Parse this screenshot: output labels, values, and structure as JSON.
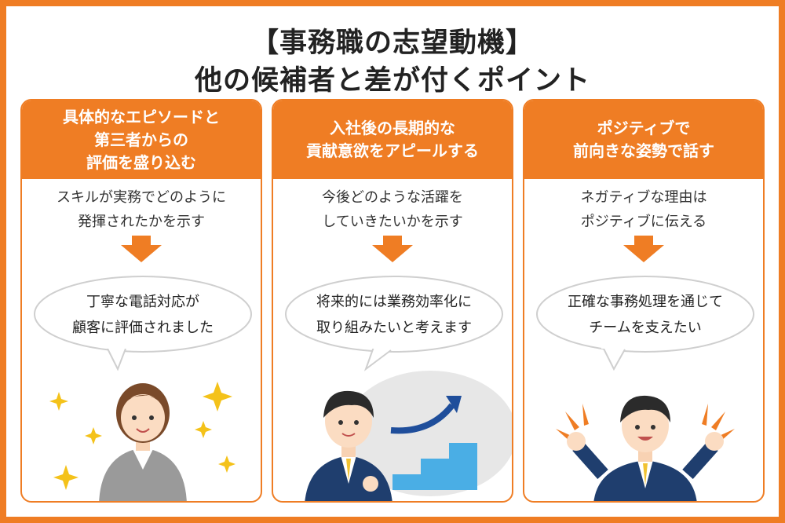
{
  "title": {
    "line1": "【事務職の志望動機】",
    "line2": "他の候補者と差が付くポイント"
  },
  "colors": {
    "accent": "#ef7d24",
    "bubble_border": "#cfcfcf",
    "stairs": "#4aaee5",
    "arrow_curve": "#1f4e9b"
  },
  "cards": [
    {
      "heading": "具体的なエピソードと\n第三者からの\n評価を盛り込む",
      "description": "スキルが実務でどのように\n発揮されたかを示す",
      "bubble": "丁寧な電話対応が\n顧客に評価されました",
      "illustration": "woman-office-worker-sparkles"
    },
    {
      "heading": "入社後の長期的な\n貢献意欲をアピールする",
      "description": "今後どのような活躍を\nしていきたいかを示す",
      "bubble": "将来的には業務効率化に\n取り組みたいと考えます",
      "illustration": "man-with-rising-stairs"
    },
    {
      "heading": "ポジティブで\n前向きな姿勢で話す",
      "description": "ネガティブな理由は\nポジティブに伝える",
      "bubble": "正確な事務処理を通じて\nチームを支えたい",
      "illustration": "man-cheering"
    }
  ]
}
